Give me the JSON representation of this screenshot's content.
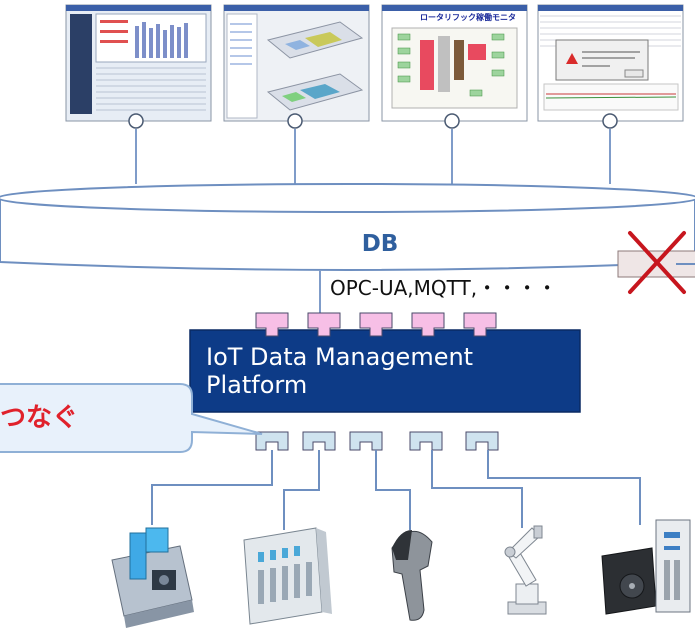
{
  "db": {
    "label": "DB"
  },
  "protocols": {
    "label": "OPC-UA,MQTT,・・・・"
  },
  "platform": {
    "line1": "IoT Data Management",
    "line2": "Platform"
  },
  "callout": {
    "label": "つなぐ"
  },
  "screens": [
    {
      "icon": "dashboard-screen-thumbnail"
    },
    {
      "icon": "factory-3d-screen-thumbnail"
    },
    {
      "icon": "floor-map-monitor-screen-thumbnail",
      "title": "ロータリフック稼働モニタ"
    },
    {
      "icon": "alarm-dialog-screen-thumbnail"
    }
  ],
  "devices": [
    {
      "icon": "cnc-machine-icon"
    },
    {
      "icon": "plc-controller-icon"
    },
    {
      "icon": "barcode-scanner-icon"
    },
    {
      "icon": "robot-arm-icon"
    },
    {
      "icon": "servo-motor-icon"
    }
  ],
  "colors": {
    "platform_fill": "#0d3b87",
    "connector_top": "#f7bfe6",
    "connector_bottom": "#cfe3ef",
    "line_blue": "#6e8fc0",
    "callout_text": "#e0212b",
    "db_label": "#2f5f9e"
  }
}
